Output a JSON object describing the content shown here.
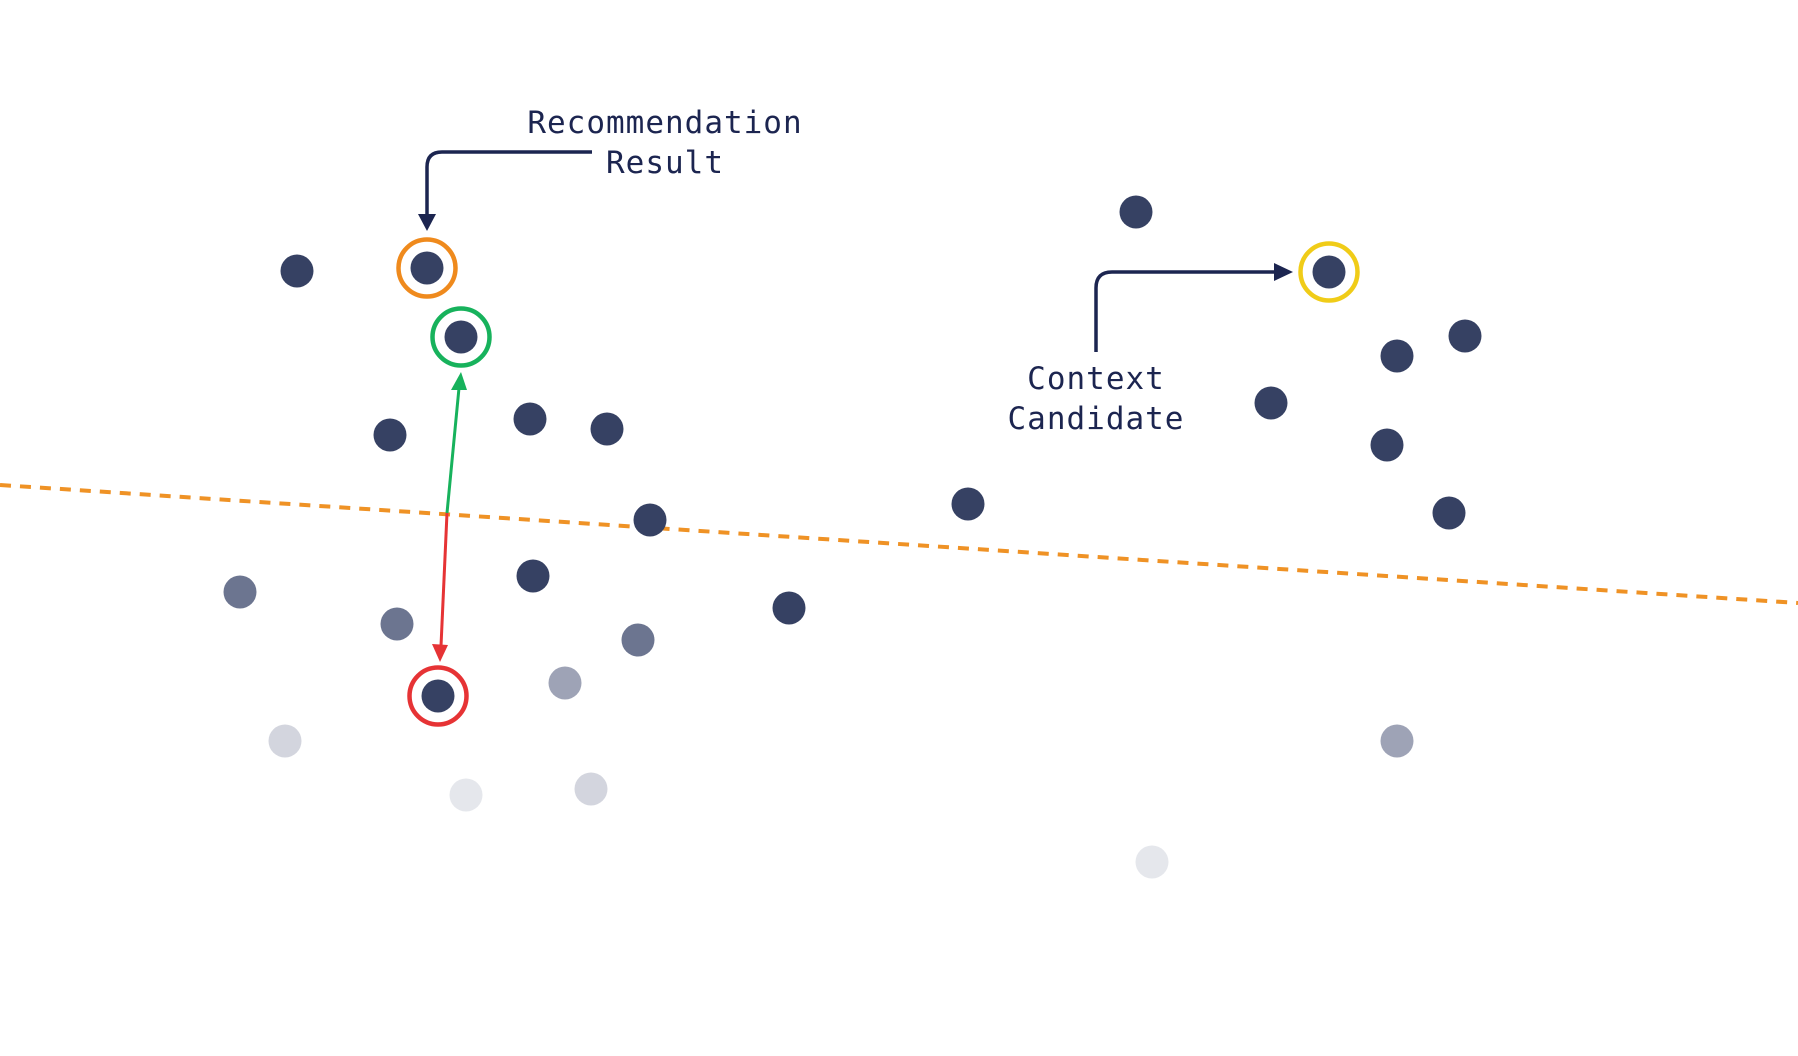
{
  "colors": {
    "background": "#ffffff",
    "dot_dark": "#364163",
    "dot_mid": "#6c7590",
    "dot_light": "#9ea3b6",
    "dot_faint": "#d3d5de",
    "dot_faintest": "#e5e7ec",
    "label_text": "#1c2550",
    "callout_line": "#1c2550",
    "divider_line": "#ef9225",
    "ring_orange": "#ef8a1d",
    "ring_green": "#17b25c",
    "ring_red": "#e63335",
    "ring_yellow": "#f0cc18",
    "arrow_green": "#17b25c",
    "arrow_red": "#e63335"
  },
  "labels": {
    "recommendation_line1": "Recommendation",
    "recommendation_line2": "Result",
    "context_line1": "Context",
    "context_line2": "Candidate"
  },
  "highlights": [
    {
      "name": "recommendation-result-point",
      "ring": "orange"
    },
    {
      "name": "nearest-neighbor-point",
      "ring": "green"
    },
    {
      "name": "query-point",
      "ring": "red"
    },
    {
      "name": "context-candidate-point",
      "ring": "yellow"
    }
  ],
  "point_shades": [
    "dark",
    "mid",
    "light",
    "faint",
    "faintest"
  ]
}
